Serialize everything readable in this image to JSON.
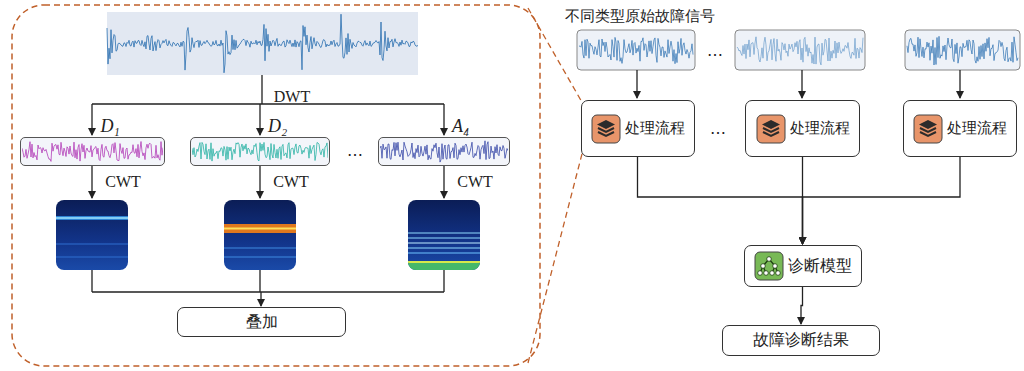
{
  "diagram": {
    "nodes": [
      {
        "text": [
          "D₁"
        ]
      },
      {
        "text": [
          "D₂"
        ]
      },
      {
        "text": [
          "A₄"
        ]
      },
      {
        "text": [
          "叠加"
        ]
      },
      {
        "text": [
          "处理流程"
        ]
      },
      {
        "text": [
          "处理流程"
        ]
      },
      {
        "text": [
          "处理流程"
        ]
      },
      {
        "text": [
          "诊断模型"
        ]
      },
      {
        "text": [
          "故障诊断结果"
        ]
      }
    ],
    "edges": [
      {
        "from": 4,
        "to": 7,
        "arrow": "to"
      },
      {
        "from": 5,
        "to": 7,
        "arrow": "to"
      },
      {
        "from": 6,
        "to": 7,
        "arrow": "to"
      },
      {
        "from": 7,
        "to": 8,
        "arrow": "to"
      }
    ],
    "labels": [
      "DWT",
      "CWT",
      "CWT",
      "CWT",
      "…",
      "不同类型原始故障信号",
      "…",
      "…"
    ]
  }
}
